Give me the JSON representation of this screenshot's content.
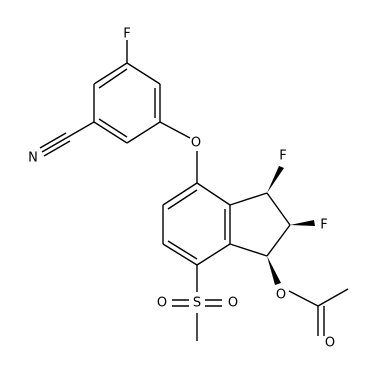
{
  "molecule": {
    "atom_labels": {
      "f_top": "F",
      "n_nitrile": "N",
      "o_ether": "O",
      "f_c1": "F",
      "f_c2": "F",
      "o_acetate": "O",
      "o_carbonyl": "O",
      "s_sulfonyl": "S",
      "o_s_left": "O",
      "o_s_right": "O"
    }
  }
}
